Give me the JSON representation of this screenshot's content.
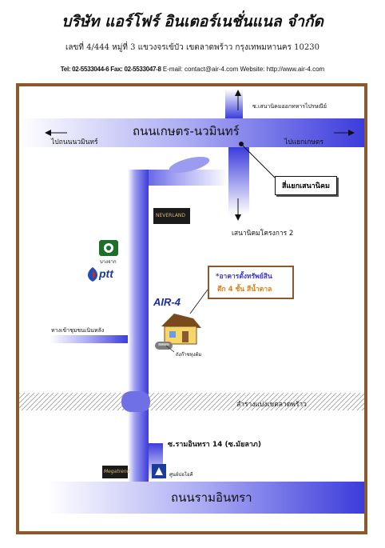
{
  "header": {
    "company": "บริษัท แอร์โฟร์ อินเตอร์เนชั่นแนล จำกัด",
    "address": "เลขที่ 4/444 หมู่ที่ 3 แขวงจรเข้บัว เขตลาดพร้าว กรุงเทพมหานคร 10230",
    "phone": "Tel: 02-5533044-6 Fax: 02-5533047-8",
    "email_web": "E-mail: contact@air-4.com Website: http://www.air-4.com"
  },
  "map": {
    "road_kaset": "ถนนเกษตร-นวมินทร์",
    "road_ramintra": "ถนนรามอินทรา",
    "dir_nawamin": "ไปถนนนวมินทร์",
    "dir_kaset": "ไปแยกเกษตร",
    "soi_top": "ซ.เสนานิคมออกทหารไปรษณีย์",
    "intersection": "สี่แยกเสนานิคม",
    "sena_project": "เสนานิคมโครงการ 2",
    "neverland": "NEVERLAND",
    "bangchak": "บางจาก",
    "ptt": "ptt",
    "office_line1": "*อาคารตั้งทรัพย์สิน",
    "office_line2": "ตึก 4 ชั้น สีน้ำตาล",
    "air4": "AIR-4",
    "lane_left": "ทางเข้าชุมชนเนินหลัง",
    "tank": "ถังก๊าซหุงต้ม",
    "canal": "ลำรางแบ่งเขตลาดพร้าว",
    "soi_ramintra": "ซ.รามอินทรา 14 (ซ.มัยลาภ)",
    "megatrend": "Megatrend",
    "brand_right": "ศูนย์ปอโอคี"
  },
  "colors": {
    "road": "#3c3cdc",
    "frame": "#8a5a2c",
    "title_text": "#111111"
  }
}
